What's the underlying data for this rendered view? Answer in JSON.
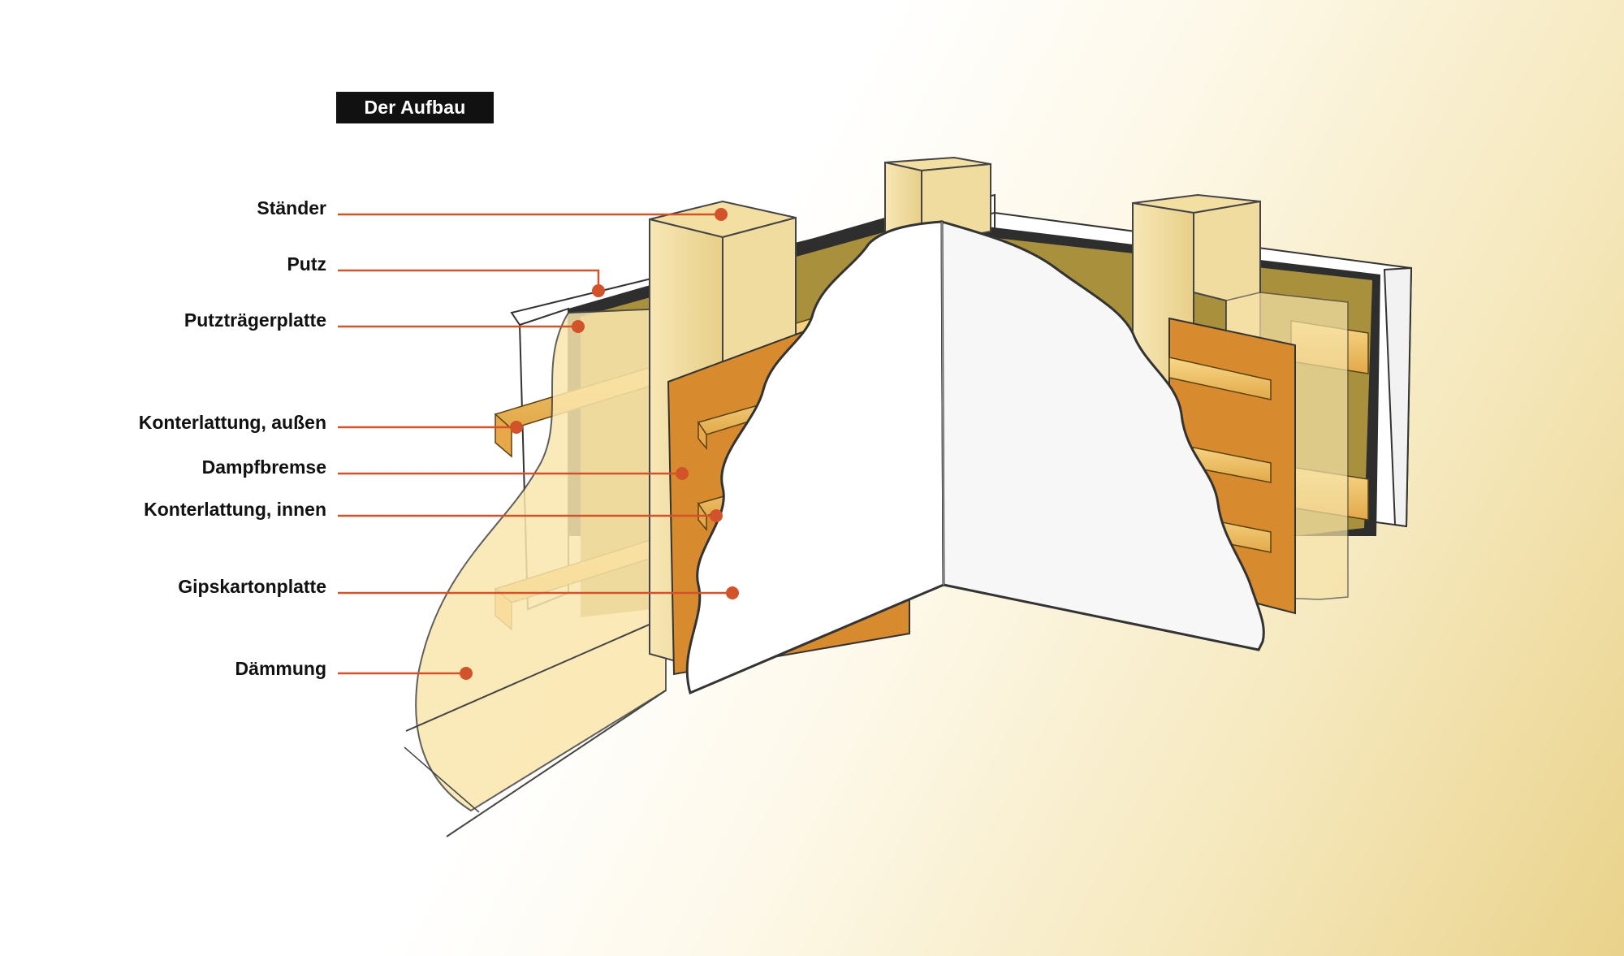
{
  "title": "Der Aufbau",
  "labels": [
    "Ständer",
    "Putz",
    "Putzträgerplatte",
    "Konterlattung, außen",
    "Dampfbremse",
    "Konterlattung, innen",
    "Gipskartonplatte",
    "Dämmung"
  ],
  "colors": {
    "leader": "#d2532a",
    "wood": "#f2dc9a",
    "insulation": "#a08a3a",
    "vapor_barrier": "#d88b2e",
    "drywall": "#ffffff",
    "plaster_board": "#2e2e2e"
  }
}
